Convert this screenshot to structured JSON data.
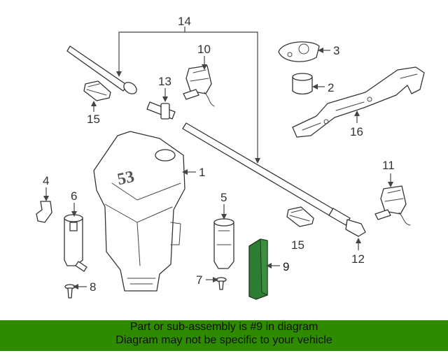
{
  "callouts": {
    "c1": "1",
    "c2": "2",
    "c3": "3",
    "c4": "4",
    "c5": "5",
    "c6": "6",
    "c7": "7",
    "c8": "8",
    "c9": "9",
    "c10": "10",
    "c11": "11",
    "c12": "12",
    "c13": "13",
    "c14": "14",
    "c15a": "15",
    "c15b": "15",
    "c16": "16"
  },
  "tank_embossing": "53",
  "highlight": {
    "part_number": "9",
    "color": "#2e7d32"
  },
  "banner": {
    "line1": "Part or sub-assembly is #9 in diagram",
    "line2": "Diagram may not be specific to your vehicle",
    "color": "#2e8b00"
  }
}
